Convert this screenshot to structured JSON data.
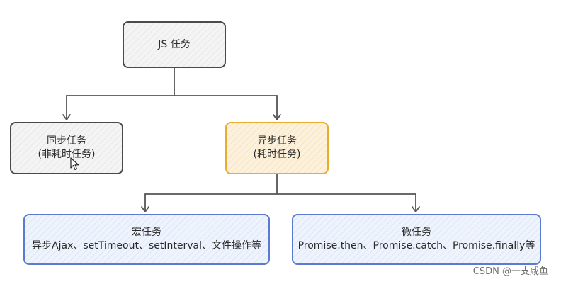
{
  "nodes": {
    "root": "JS 任务",
    "sync": {
      "title": "同步任务",
      "sub": "(非耗时任务)"
    },
    "async": {
      "title": "异步任务",
      "sub": "(耗时任务)"
    },
    "macro": {
      "title": "宏任务",
      "sub": "异步Ajax、setTimeout、setInterval、文件操作等"
    },
    "micro": {
      "title": "微任务",
      "sub": "Promise.then、Promise.catch、Promise.finally等"
    }
  },
  "colors": {
    "default_border": "#4a4a4a",
    "async_border": "#e8ac2e",
    "task_border": "#5b7bd0"
  },
  "icons": {
    "cursor": "arrow-cursor-icon"
  },
  "watermark": "CSDN @一支咸鱼"
}
